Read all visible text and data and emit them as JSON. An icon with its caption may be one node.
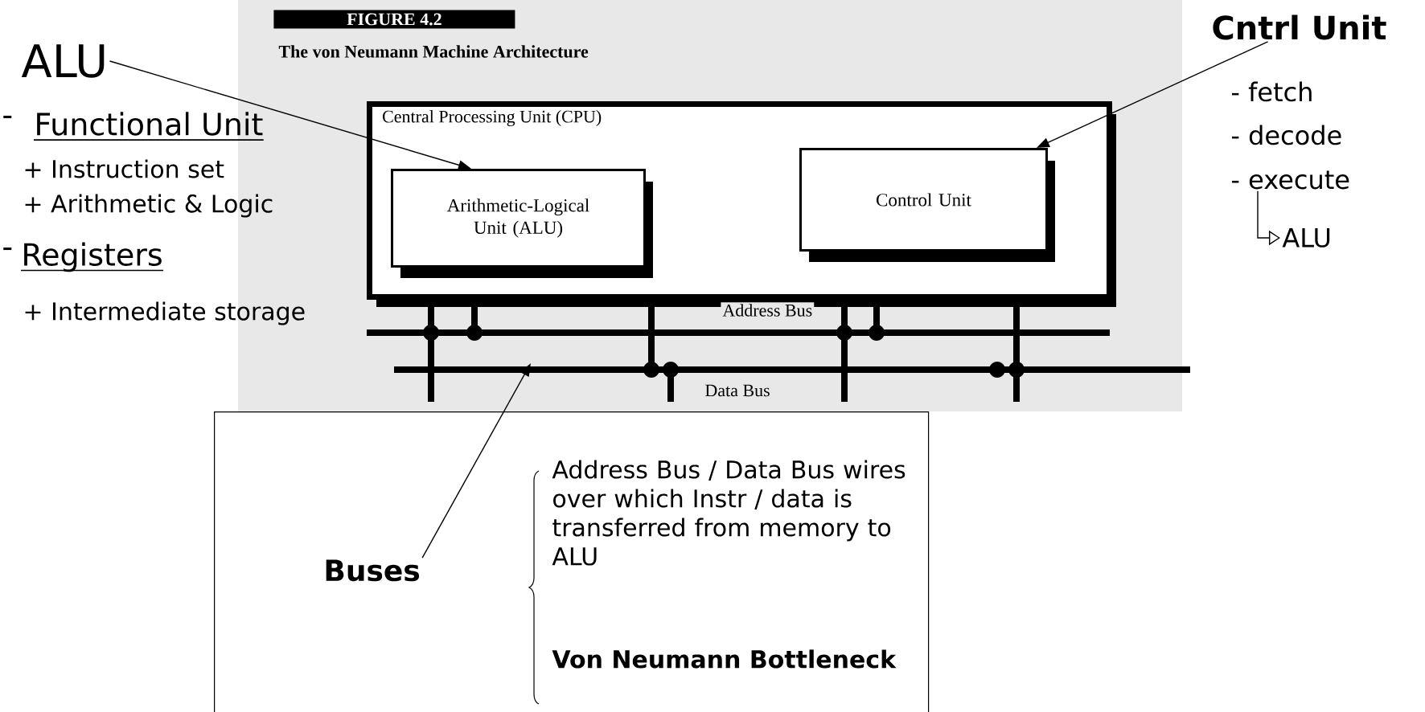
{
  "diagram": {
    "nodes": [
      {
        "text": [
          "ALU"
        ]
      },
      {
        "text": [
          "Central Processing Unit (CPU)"
        ]
      },
      {
        "text": [
          "Arithmetic-Logical Unit (ALU)"
        ],
        "in": 1
      },
      {
        "text": [
          "Control Unit"
        ],
        "in": 1
      },
      {
        "text": [
          "Cntrl Unit"
        ]
      },
      {
        "text": [
          "- execute"
        ]
      },
      {
        "text": [
          "ALU"
        ]
      },
      {
        "text": [
          "Address Bus / Data Bus wires over which Instr / data is transferred from memory to ALU",
          "Von Neumann Bottleneck"
        ]
      },
      {
        "text": [
          "Buses"
        ],
        "in": 7
      }
    ],
    "edges": [
      {
        "from": 0,
        "to": 2,
        "arrow": "to"
      },
      {
        "from": 4,
        "to": 3,
        "arrow": "to"
      },
      {
        "from": 5,
        "to": 6,
        "arrow": "to"
      },
      {
        "from": 8,
        "to": null,
        "arrow": "to"
      }
    ],
    "labels": [
      "-",
      "Functional Unit",
      "+ Instruction set",
      "+ Arithmetic & Logic",
      "-",
      "Registers",
      "+ Intermediate storage",
      "FIGURE 4.2",
      "The von Neumann Machine Architecture",
      "Address Bus",
      "Data Bus",
      "- fetch",
      "- decode"
    ]
  }
}
